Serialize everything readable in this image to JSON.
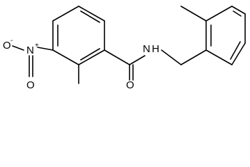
{
  "structure": {
    "atoms": {
      "nitro_oxygen_anion": "O",
      "nitro_oxygen_anion_charge": "-",
      "nitro_nitrogen": "N",
      "nitro_nitrogen_charge": "+",
      "nitro_oxygen_double": "O",
      "amide_nitrogen": "N",
      "amide_hydrogen": "H",
      "carbonyl_oxygen": "O"
    }
  }
}
